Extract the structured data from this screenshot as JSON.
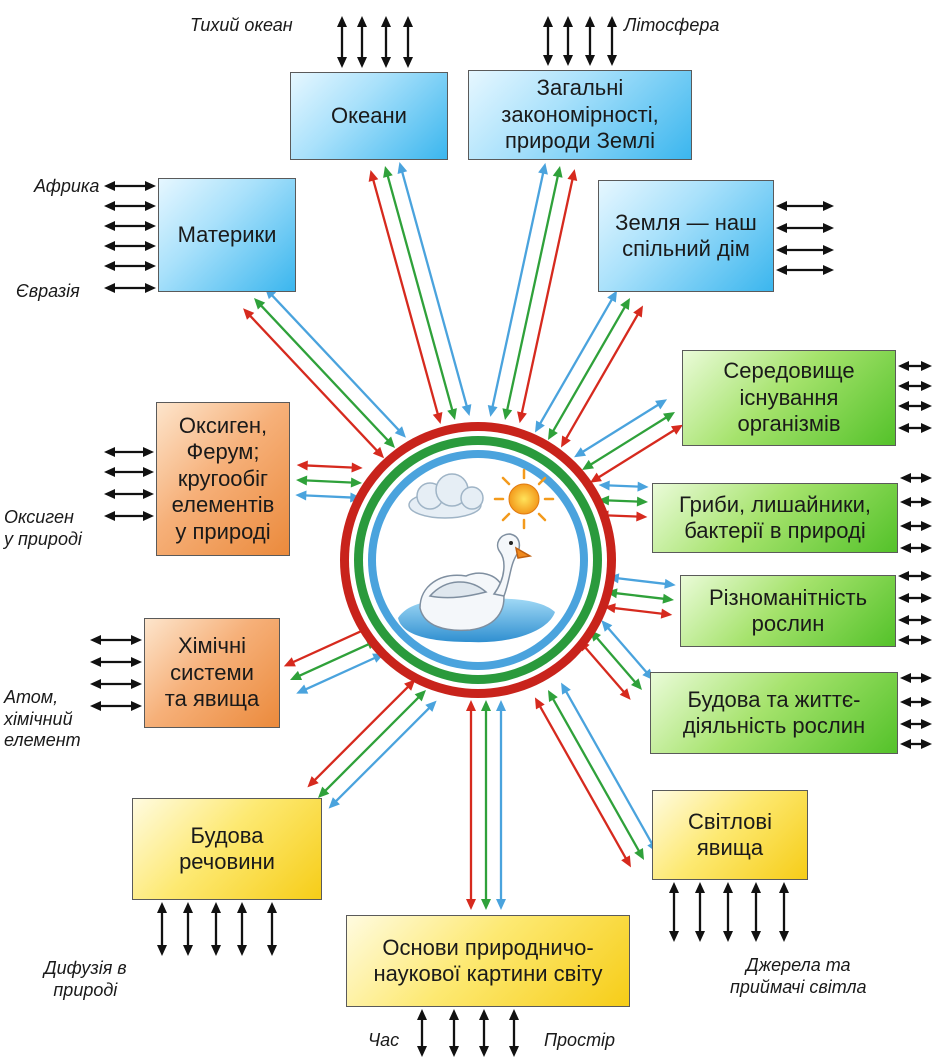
{
  "colors": {
    "red": "#d62a1e",
    "green": "#2fa13a",
    "blue": "#4aa3dd",
    "black": "#111111"
  },
  "center": {
    "icons": [
      "cloud-icon",
      "sun-icon",
      "swan-icon",
      "water-icon"
    ]
  },
  "boxes": {
    "oceans": "Океани",
    "general": "Загальні\nзакономірності,\nприроди Землі",
    "continents": "Материки",
    "earth": "Земля — наш\nспільний дім",
    "environment": "Середовище\nіснування\nорганізмів",
    "oxygen": "Оксиген,\nФерум;\nкругообіг\nелементів\nу природі",
    "fungi": "Гриби, лишайники,\nбактерії в природі",
    "diversity": "Різноманітність\nрослин",
    "chemical": "Хімічні\nсистеми\nта явища",
    "plants": "Будова та життє-\nдіяльність рослин",
    "matter": "Будова\nречовини",
    "light": "Світлові\nявища",
    "basics": "Основи природничо-\nнаукової картини світу"
  },
  "labels": {
    "pacific": "Тихий океан",
    "lithosphere": "Літосфера",
    "africa": "Африка",
    "eurasia": "Євразія",
    "oxygen_nature": "Оксиген\nу природі",
    "atom": "Атом,\nхімічний\nелемент",
    "diffusion": "Дифузія в\nприроді",
    "time": "Час",
    "space": "Простір",
    "light_sources": "Джерела та\nприймачі світла"
  }
}
